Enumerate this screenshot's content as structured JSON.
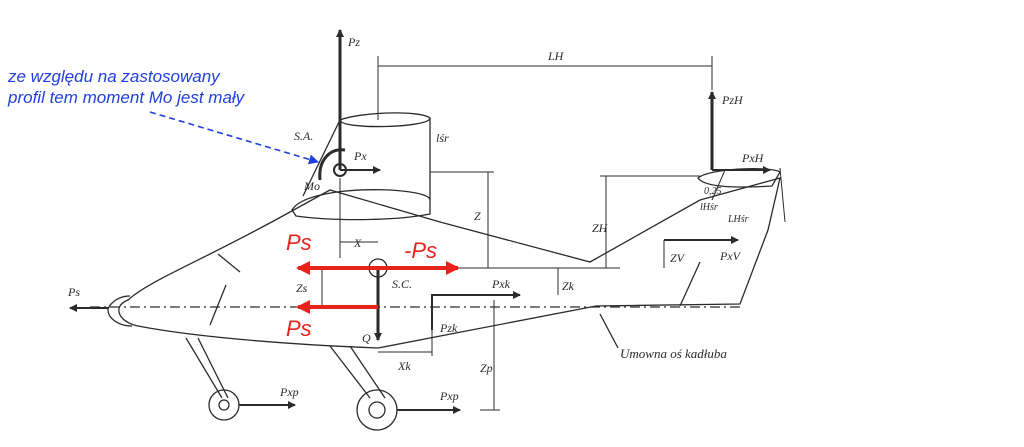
{
  "annotation": {
    "line1": "ze względu na zastosowany",
    "line2": "profil tem moment Mo jest mały"
  },
  "labels": {
    "pz": "Pz",
    "lh": "LH",
    "pzh": "PzH",
    "pxh": "PxH",
    "sa": "S.A.",
    "px": "Px",
    "lsr": "lśr",
    "mo": "Mo",
    "z": "Z",
    "zh": "ZH",
    "q025": "0,25",
    "lhsr1": "lHśr",
    "lhsr2": "LHśr",
    "zv": "ZV",
    "pxv": "PxV",
    "x": "X",
    "ps_upper": "Ps",
    "minus_ps": "-Ps",
    "ps_lower": "Ps",
    "zs": "Zs",
    "sc": "S.C.",
    "pxk": "Pxk",
    "zk": "Zk",
    "pzk": "Pzk",
    "ps_nose": "Ps",
    "q": "Q",
    "xk": "Xk",
    "zp": "Zp",
    "pxp1": "Pxp",
    "pxp2": "Pxp",
    "fuselage_axis": "Umowna oś kadłuba"
  },
  "colors": {
    "annotation": "#1f3fe0",
    "forces": "#e8231c",
    "ink": "#2b2b2b"
  }
}
